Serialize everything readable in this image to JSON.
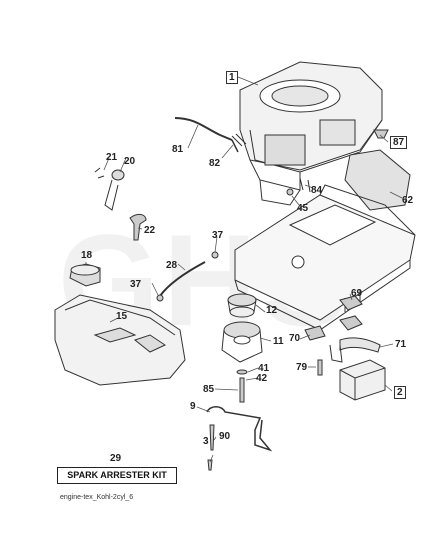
{
  "watermark": "GHS",
  "parts": [
    {
      "id": "p1",
      "num": "1"
    },
    {
      "id": "p87",
      "num": "87"
    },
    {
      "id": "p81",
      "num": "81"
    },
    {
      "id": "p82",
      "num": "82"
    },
    {
      "id": "p21",
      "num": "21"
    },
    {
      "id": "p20",
      "num": "20"
    },
    {
      "id": "p84",
      "num": "84"
    },
    {
      "id": "p45",
      "num": "45"
    },
    {
      "id": "p62",
      "num": "62"
    },
    {
      "id": "p22",
      "num": "22"
    },
    {
      "id": "p37a",
      "num": "37"
    },
    {
      "id": "p18",
      "num": "18"
    },
    {
      "id": "p28",
      "num": "28"
    },
    {
      "id": "p37b",
      "num": "37"
    },
    {
      "id": "p15",
      "num": "15"
    },
    {
      "id": "p12",
      "num": "12"
    },
    {
      "id": "p69",
      "num": "69"
    },
    {
      "id": "p11",
      "num": "11"
    },
    {
      "id": "p70",
      "num": "70"
    },
    {
      "id": "p71",
      "num": "71"
    },
    {
      "id": "p41",
      "num": "41"
    },
    {
      "id": "p42",
      "num": "42"
    },
    {
      "id": "p79",
      "num": "79"
    },
    {
      "id": "p85",
      "num": "85"
    },
    {
      "id": "p2",
      "num": "2"
    },
    {
      "id": "p9",
      "num": "9"
    },
    {
      "id": "p3",
      "num": "3"
    },
    {
      "id": "p90",
      "num": "90"
    },
    {
      "id": "p29",
      "num": "29"
    }
  ],
  "kit_label": "SPARK ARRESTER KIT",
  "caption": "engine-tex_Kohl-2cyl_6"
}
